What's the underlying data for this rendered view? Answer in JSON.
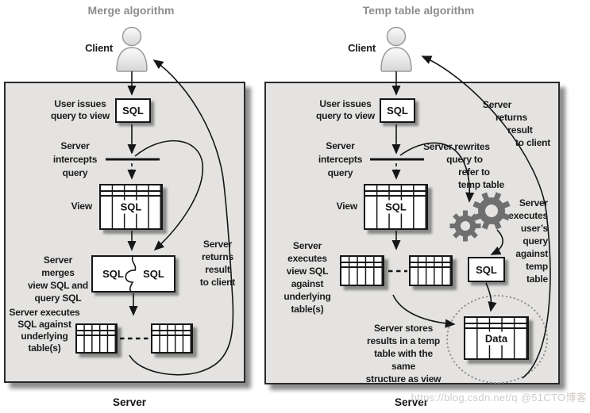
{
  "titles": {
    "merge": "Merge algorithm",
    "temp": "Temp table algorithm"
  },
  "watermark": "https://blog.csdn.net/q @51CTO博客",
  "merge": {
    "client": "Client",
    "caption": "Server",
    "user_issues": "User issues\nquery to view",
    "sql_top": "SQL",
    "intercepts": "Server\nintercepts\nquery",
    "view": "View",
    "view_sql": "SQL",
    "merges": "Server merges\nview SQL and\nquery SQL",
    "sql_left": "SQL",
    "sql_right": "SQL",
    "executes": "Server executes\nSQL against\nunderlying\ntable(s)",
    "returns": "Server\nreturns\nresult\nto client"
  },
  "temp": {
    "client": "Client",
    "caption": "Server",
    "user_issues": "User issues\nquery to view",
    "sql_top": "SQL",
    "intercepts": "Server\nintercepts\nquery",
    "rewrites_lines": [
      "Server rewrites",
      "query to",
      "refer to",
      "temp table"
    ],
    "view": "View",
    "view_sql": "SQL",
    "executes_view": "Server executes\nview SQL\nagainst\nunderlying\ntable(s)",
    "sql_rewritten": "SQL",
    "data": "Data",
    "stores": "Server stores\nresults in a temp\ntable with the same\nstructure as view",
    "executes_user": "Server\nexecutes\nuser’s\nquery\nagainst\ntemp\ntable",
    "returns_lines": [
      "Server",
      "returns",
      "result",
      "to client"
    ]
  },
  "colors": {
    "panel_bg": "#e4e3e1",
    "title_gray": "#8d8d8d",
    "gear_gray": "#6f6f6f",
    "ink": "#1b1b1b"
  }
}
